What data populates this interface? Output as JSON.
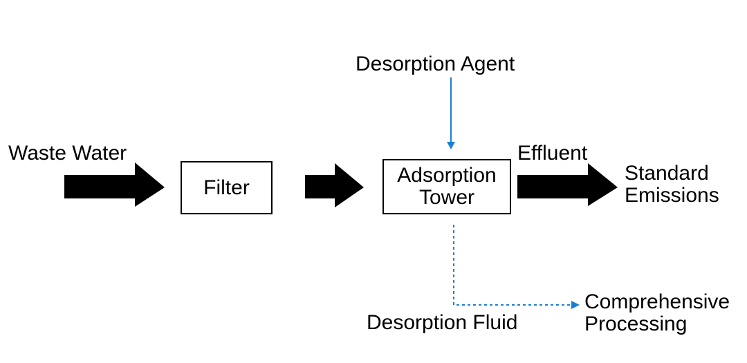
{
  "nodes": {
    "waste_water": "Waste Water",
    "filter": "Filter",
    "adsorption_tower": [
      "Adsorption",
      "Tower"
    ],
    "desorption_agent": "Desorption Agent",
    "effluent": "Effluent",
    "standard_emissions": [
      "Standard",
      "Emissions"
    ],
    "desorption_fluid": "Desorption Fluid",
    "comprehensive_processing": [
      "Comprehensive",
      "Processing"
    ]
  },
  "colors": {
    "flow_arrow": "#000000",
    "agent_arrow": "#1a7fd4",
    "fluid_line": "#1a7fd4"
  }
}
